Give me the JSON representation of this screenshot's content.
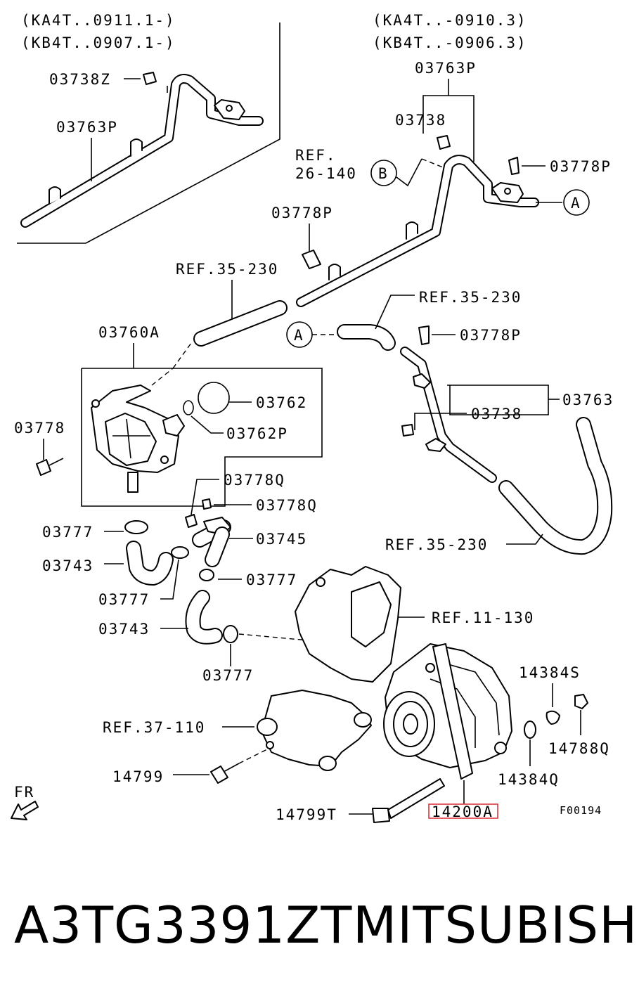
{
  "labels": {
    "variant_new_a": "(KA4T..0911.1-)",
    "variant_new_b": "(KB4T..0907.1-)",
    "variant_old_a": "(KA4T..-0910.3)",
    "variant_old_b": "(KB4T..-0906.3)",
    "p_03738z": "03738Z",
    "p_03763p_left": "03763P",
    "p_03763p_top": "03763P",
    "p_03738_top": "03738",
    "ref_26_line1": "REF.",
    "ref_26_line2": "26-140",
    "callout_b": "B",
    "p_03778p_top_right": "03778P",
    "callout_a_right": "A",
    "p_03778p_mid": "03778P",
    "ref_35_230_a": "REF.35-230",
    "ref_35_230_b": "REF.35-230",
    "callout_a_left": "A",
    "p_03778p_right": "03778P",
    "p_03760a": "03760A",
    "p_03762": "03762",
    "p_03762p": "03762P",
    "p_03778": "03778",
    "p_03763": "03763",
    "p_03738_mid": "03738",
    "p_03778q_a": "03778Q",
    "p_03778q_b": "03778Q",
    "p_03777_a": "03777",
    "p_03745": "03745",
    "p_03743_a": "03743",
    "ref_35_230_c": "REF.35-230",
    "p_03777_b": "03777",
    "p_03777_c": "03777",
    "ref_11_130": "REF.11-130",
    "p_03743_b": "03743",
    "p_03777_d": "03777",
    "p_14384s": "14384S",
    "ref_37_110": "REF.37-110",
    "p_14788q": "14788Q",
    "p_14799": "14799",
    "p_14384q": "14384Q",
    "fr_marker": "FR",
    "p_14799t": "14799T",
    "p_14200a": "14200A",
    "figure_code": "F00194"
  },
  "highlight_color": "#e0343c",
  "footer": {
    "part_number": "A3TG3391ZT",
    "brand": "MITSUBISHI"
  }
}
